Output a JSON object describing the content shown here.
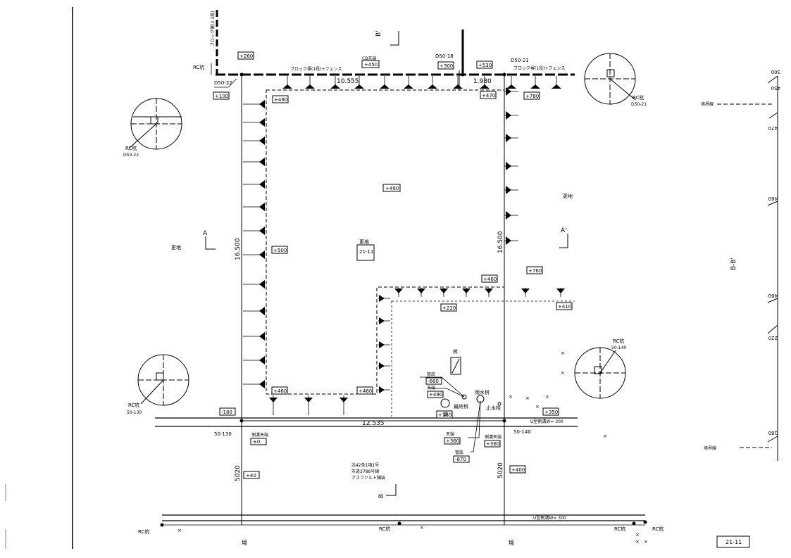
{
  "plan": {
    "dims": {
      "top_width": "10.555",
      "top_right": "1.980",
      "bottom_width": "12.535",
      "left_height": "16.500",
      "right_height": "16.500",
      "left_lower": "5020",
      "right_lower": "5020"
    },
    "elevations": {
      "e260": "+260",
      "e450": "+450",
      "e300": "+300",
      "e530": "+530",
      "e100": "+100",
      "e490a": "+490",
      "e470": "+470",
      "e780": "+780",
      "e490b": "+490",
      "e500": "+500",
      "e460a": "+460",
      "e760": "+760",
      "e220": "+220",
      "e410": "+410",
      "e460b": "+460",
      "e460c": "+460",
      "em660": "-660",
      "e490c": "+490",
      "e180": "+180",
      "e350": "+350",
      "em180": "-180",
      "e0": "±0",
      "e360a": "+360",
      "em870": "-870",
      "e360b": "+360",
      "e40": "+40",
      "e400": "+400"
    },
    "points": {
      "d50_22": "D50-22",
      "d50_18": "D50-18",
      "d50_21": "D50-21",
      "p50_130": "50-130",
      "p50_140": "50-140"
    },
    "labels": {
      "block_wall_vertical": "ブロック塀(2-3段)",
      "block_fence_left": "ブロック塀(1段)+フェンス",
      "block_fence_right": "ブロック塀(1段)+フェンス",
      "cb_top": "CB天端",
      "vacant_center": "更地",
      "lot_no": "21-11",
      "vacant_left": "更地",
      "vacant_right": "更地",
      "u_gutter_1": "U型側溝W= 300",
      "u_gutter_2": "U型側溝W= 300",
      "road": "法42条1項1号",
      "road_2": "市道3788号線",
      "road_3": "アスファルト舗装",
      "gutter_top_l": "側溝天端",
      "gutter_top_r": "側溝天端",
      "tube": "管底",
      "top_a": "天端",
      "top_b": "天端",
      "tube_b": "管底",
      "rain_pit": "雨水桝",
      "pit": "最終桝",
      "stop_valve": "止水栓",
      "masu": "桝",
      "masu2": "桝",
      "border_l": "境",
      "border_r": "境",
      "section_bb": "B-B'",
      "boundary_a": "境界線",
      "boundary_b": "境界線",
      "sheet_no": "21-11"
    },
    "rc": {
      "tr": "RC杭",
      "tr_id": "D50-21",
      "tl": "RC杭",
      "tl_id": "D50-22",
      "bl": "RC杭",
      "bl_id": "50-130",
      "br": "RC杭",
      "br_id": "50-140",
      "rc_top": "RC杭",
      "rc_b1": "RC杭",
      "rc_b2": "RC杭",
      "rc_b3": "RC杭",
      "rc_b4": "RC杭"
    },
    "sections": {
      "a": "A",
      "a2": "A'",
      "b": "B",
      "b2": "B'"
    },
    "profile": {
      "v300": "300",
      "v450": "450",
      "v470": "470",
      "v460a": "460",
      "v460b": "460",
      "v220": "220",
      "v180": "180"
    }
  }
}
